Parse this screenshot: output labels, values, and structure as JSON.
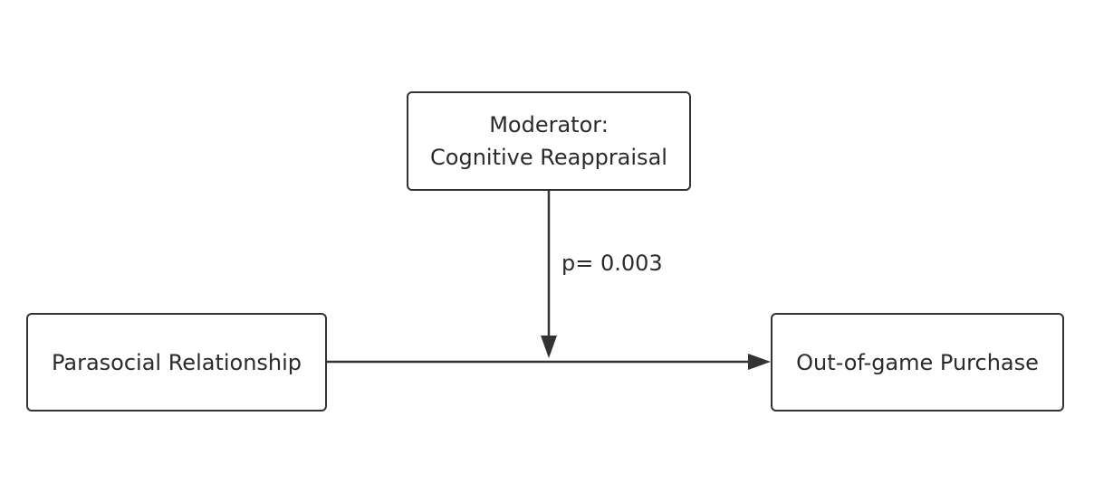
{
  "nodes": {
    "moderator": {
      "line1": "Moderator:",
      "line2": "Cognitive Reappraisal"
    },
    "parasocial": {
      "label": "Parasocial Relationship"
    },
    "purchase": {
      "label": "Out-of-game Purchase"
    }
  },
  "edges": {
    "moderation_label": "p= 0.003"
  },
  "colors": {
    "stroke": "#333333",
    "text": "#2b2b2b",
    "background": "#ffffff"
  }
}
